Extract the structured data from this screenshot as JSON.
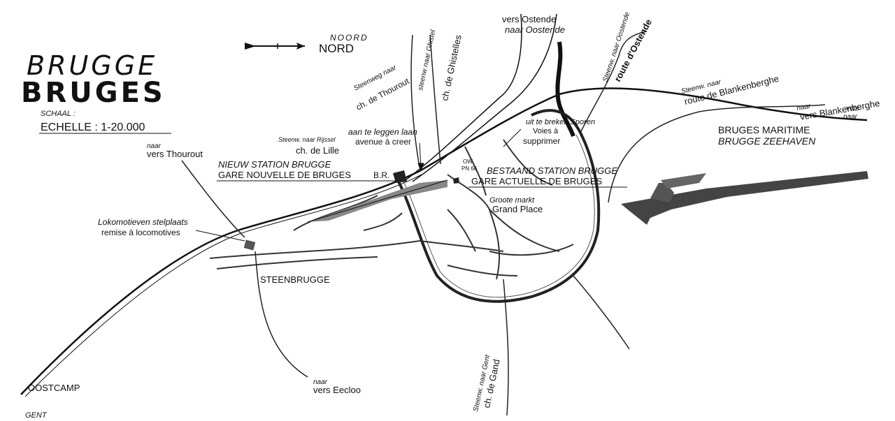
{
  "title": {
    "line1": "BRUGGE",
    "line2": "BRUGES"
  },
  "scale": {
    "flemish": "SCHAAL :",
    "french": "ECHELLE : 1-20.000"
  },
  "north": {
    "flemish": "NOORD",
    "french": "NORD"
  },
  "labels": {
    "naar_thourout_1": "naar",
    "vers_thourout": "vers Thourout",
    "steenweg_thourout": "Steenweg naar",
    "ch_thourout": "ch. de Thourout",
    "steenw_ghistel": "steenw naar Ghistel",
    "ch_ghistelles": "ch. de Ghistelles",
    "vers_ostende": "vers Ostende",
    "naar_oostende": "naar Oostende",
    "steenw_oostende": "Steenw. naar Oostende",
    "route_ostende": "route d'Ostende",
    "steenw_blank": "Steenw. naar",
    "route_blank": "route de Blankenberghe",
    "naar_blank": "naar",
    "vers_blank": "vers Blankenberghe",
    "vers_small": "vers",
    "naar_small": "naar",
    "bruges_maritime": "BRUGES MARITIME",
    "brugge_zeehaven": "BRUGGE ZEEHAVEN",
    "uit_te": "uit te breken Sporen",
    "voies_a": "Voies à",
    "supprimer": "supprimer",
    "aan_te_leggen": "aan te leggen laan",
    "avenue_a_creer": "avenue à creer",
    "steenw_rijssel": "Steenw. naar Rijssel",
    "ch_lille": "ch. de Lille",
    "nieuw_station": "NIEUW STATION BRUGGE",
    "gare_nouvelle": "GARE NOUVELLE DE BRUGES",
    "br": "B.R.",
    "ow": "OW",
    "pn66": "PN 66",
    "bestaand_station": "BESTAAND STATION BRUGGE",
    "gare_actuelle": "GARE ACTUELLE DE BRUGES",
    "groote_markt": "Groote markt",
    "grand_place": "Grand Place",
    "lokomotieven": "Lokomotieven stelplaats",
    "remise": "remise à locomotives",
    "steenbrugge": "STEENBRUGGE",
    "steenw_gent": "Steenw. naar Gent",
    "ch_gand": "ch. de Gand",
    "naar_eecloo": "naar",
    "vers_eecloo": "vers Eecloo",
    "oostcamp": "OOSTCAMP",
    "gent": "GENT"
  }
}
